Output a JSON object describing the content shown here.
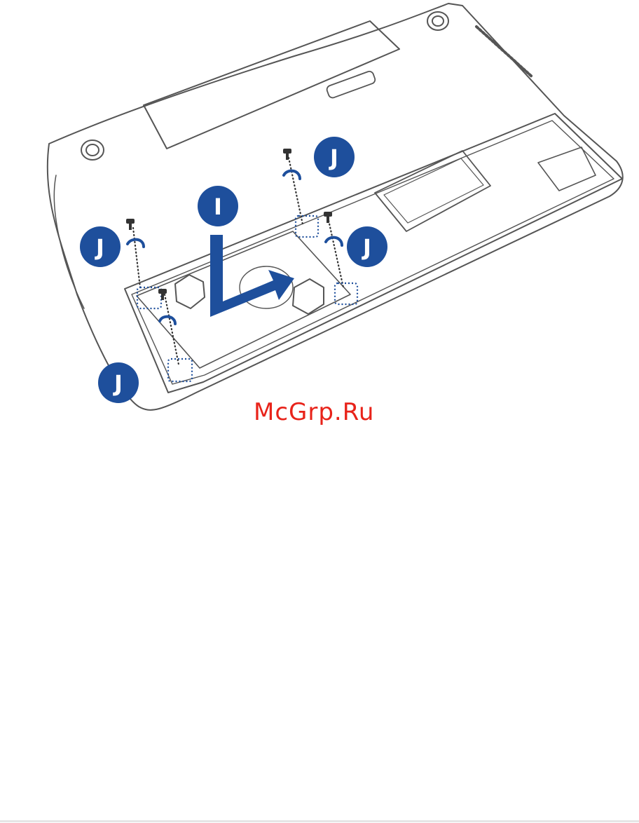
{
  "illustration": {
    "callouts": [
      {
        "id": "step-i",
        "letter": "I"
      },
      {
        "id": "step-j-top",
        "letter": "J"
      },
      {
        "id": "step-j-left",
        "letter": "J"
      },
      {
        "id": "step-j-right",
        "letter": "J"
      },
      {
        "id": "step-j-bottom",
        "letter": "J"
      }
    ],
    "callout_color": "#1e4f9c",
    "line_color": "#555555"
  },
  "watermark": {
    "text": "McGrp.Ru",
    "color": "#e8231a"
  }
}
